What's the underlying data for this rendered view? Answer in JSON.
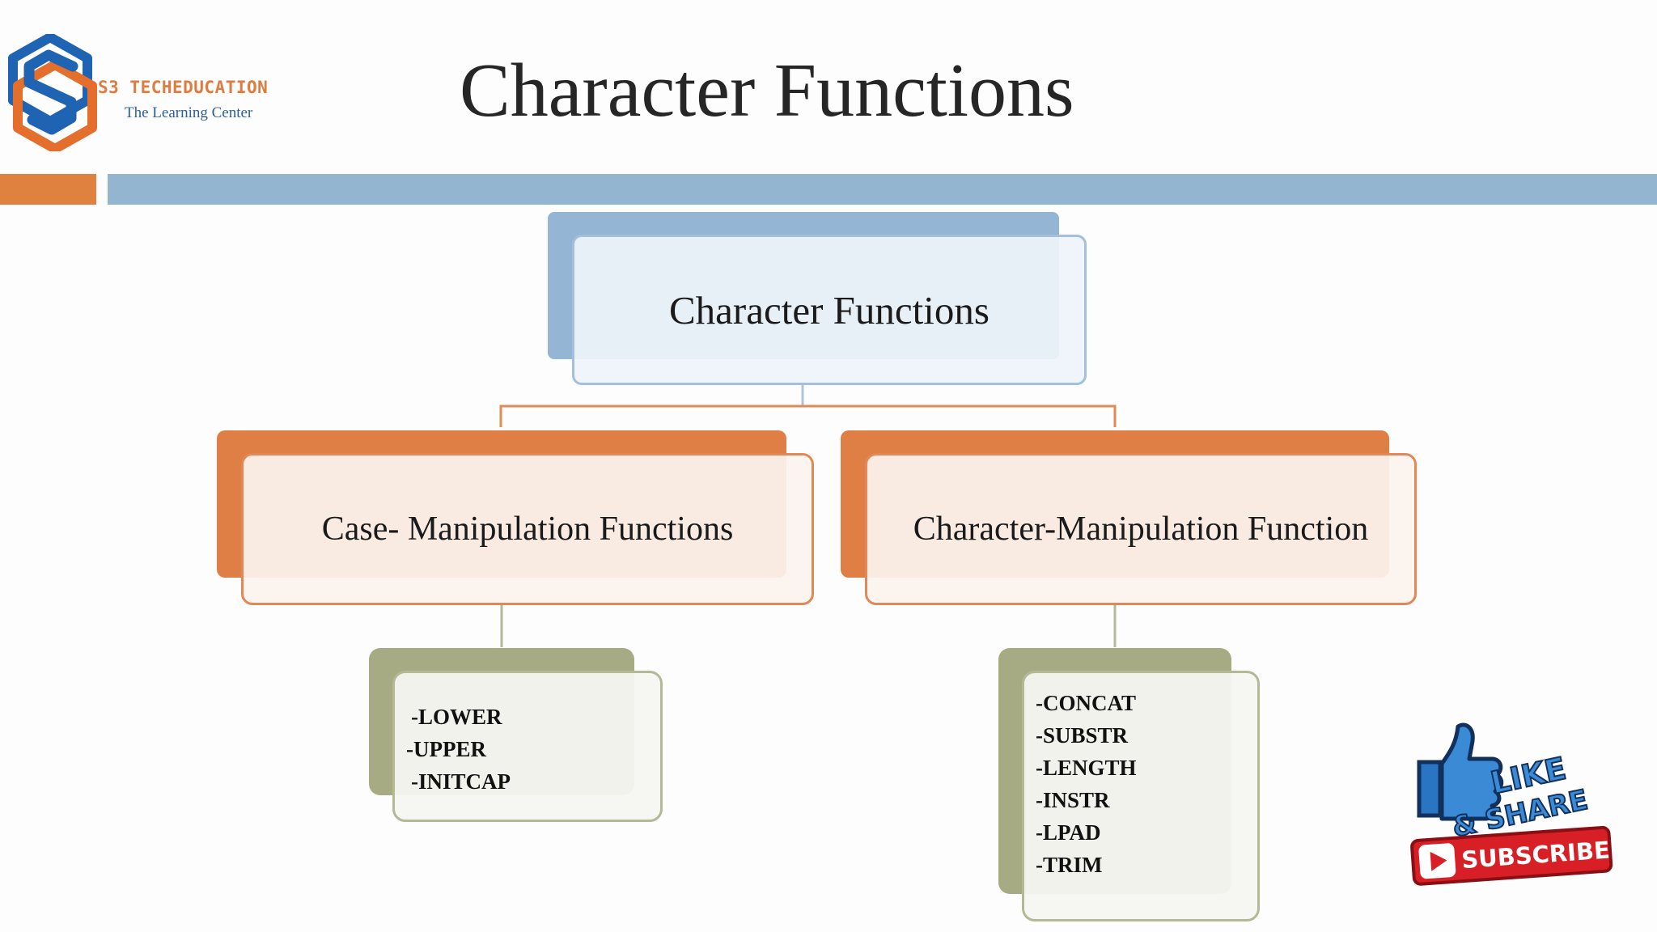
{
  "brand": {
    "name": "S3 TECHEDUCATION",
    "tagline": "The Learning Center",
    "colors": {
      "blue": "#1f63b3",
      "orange": "#e46f2c"
    }
  },
  "slide": {
    "title": "Character Functions"
  },
  "diagram": {
    "root": "Character Functions",
    "branches": [
      {
        "label": "Case- Manipulation Functions",
        "items": [
          "-LOWER",
          "-UPPER",
          "-INITCAP"
        ]
      },
      {
        "label": "Character-Manipulation Function",
        "items": [
          "-CONCAT",
          "-SUBSTR",
          "-LENGTH",
          "-INSTR",
          "-LPAD",
          "-TRIM"
        ]
      }
    ],
    "colors": {
      "root": "#95b5d4",
      "branch": "#df7f45",
      "leaf": "#a6ab84"
    }
  },
  "badge": {
    "line1": "LIKE",
    "line2": "& SHARE",
    "button": "SUBSCRIBE"
  }
}
